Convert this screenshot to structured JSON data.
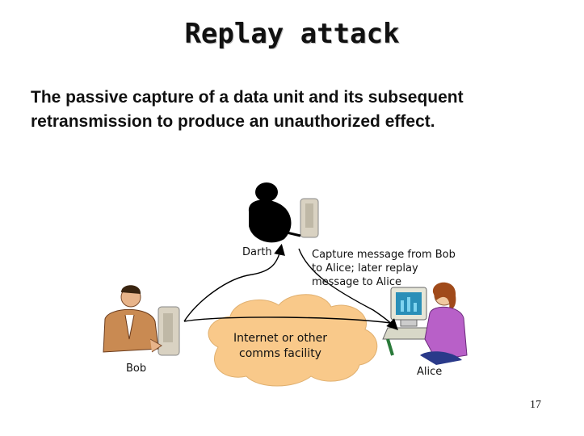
{
  "slide": {
    "title": "Replay attack",
    "subtitle": "The passive capture of a data unit and its subsequent retransmission to produce an unauthorized effect.",
    "page_number": "17"
  },
  "diagram": {
    "darth_label": "Darth",
    "bob_label": "Bob",
    "alice_label": "Alice",
    "capture_note": "Capture message from Bob to Alice; later replay message to Alice",
    "cloud_label": "Internet or other comms facility",
    "cloud_color": "#f9c98a",
    "arrow_color": "#000000"
  }
}
